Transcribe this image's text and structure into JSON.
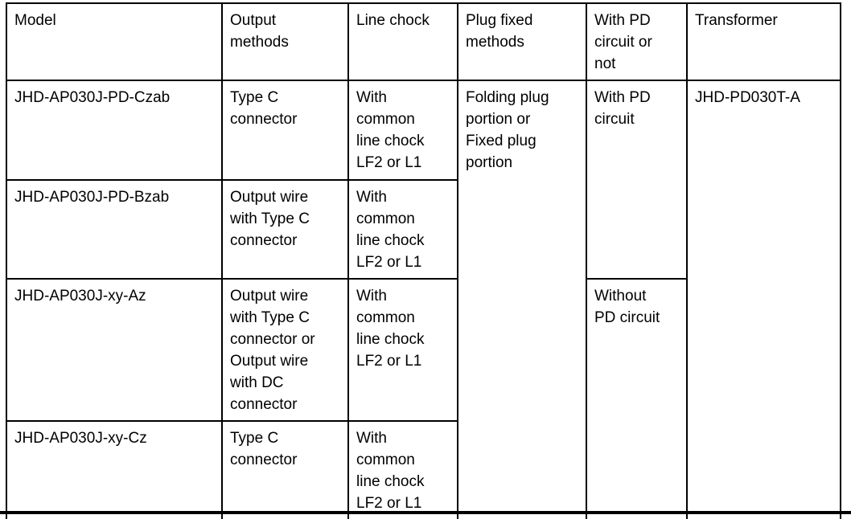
{
  "page": {
    "background_color": "#ffffff",
    "border_color": "#000000"
  },
  "table": {
    "headers": [
      "Model",
      "Output\nmethods",
      "Line chock",
      "Plug fixed\nmethods",
      "With PD\ncircuit or\nnot",
      "Transformer"
    ],
    "rows": [
      {
        "model": "JHD-AP030J-PD-Czab",
        "output_method": "Type C\nconnector",
        "line_chock": "With\ncommon\nline chock\nLF2 or L1"
      },
      {
        "model": "JHD-AP030J-PD-Bzab",
        "output_method": "Output wire\nwith Type C\nconnector",
        "line_chock": "With\ncommon\nline chock\nLF2 or L1"
      },
      {
        "model": "JHD-AP030J-xy-Az",
        "output_method": "Output wire\nwith Type C\nconnector or\nOutput wire\nwith DC\nconnector",
        "line_chock": "With\ncommon\nline chock\nLF2 or L1"
      },
      {
        "model": "JHD-AP030J-xy-Cz",
        "output_method": "Type C\nconnector",
        "line_chock": "With\ncommon\nline chock\nLF2 or L1"
      }
    ],
    "merged": {
      "plug_fixed_methods": "Folding plug\nportion or\nFixed plug\nportion",
      "with_pd": "With PD\ncircuit",
      "without_pd": "Without\nPD circuit",
      "transformer": "JHD-PD030T-A"
    }
  }
}
